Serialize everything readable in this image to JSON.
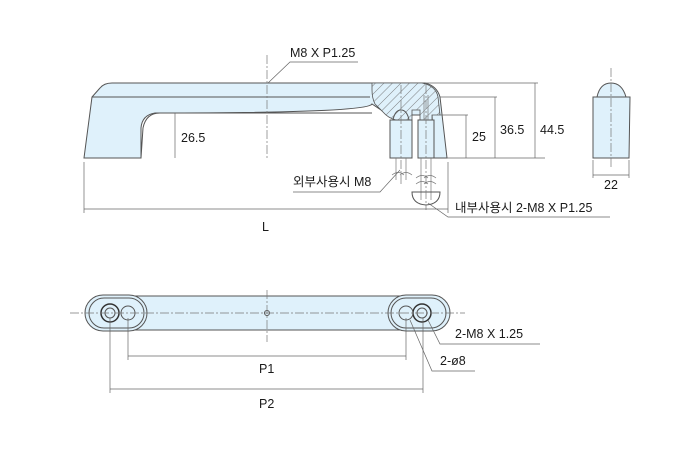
{
  "drawing": {
    "side_view": {
      "thread_callout": "M8 X P1.25",
      "inner_height_label": "26.5",
      "external_use_label": "외부사용시 M8",
      "internal_use_label": "내부사용시 2-M8 X P1.25",
      "length_label": "L",
      "dim_25": "25",
      "dim_36_5": "36.5",
      "dim_44_5": "44.5"
    },
    "end_view": {
      "width_label": "22"
    },
    "top_view": {
      "pitch1_label": "P1",
      "pitch2_label": "P2",
      "thread_holes_label": "2-M8 X 1.25",
      "bore_label": "2-ø8"
    },
    "colors": {
      "body_fill": "#dff1fb",
      "outline": "#555555"
    }
  }
}
